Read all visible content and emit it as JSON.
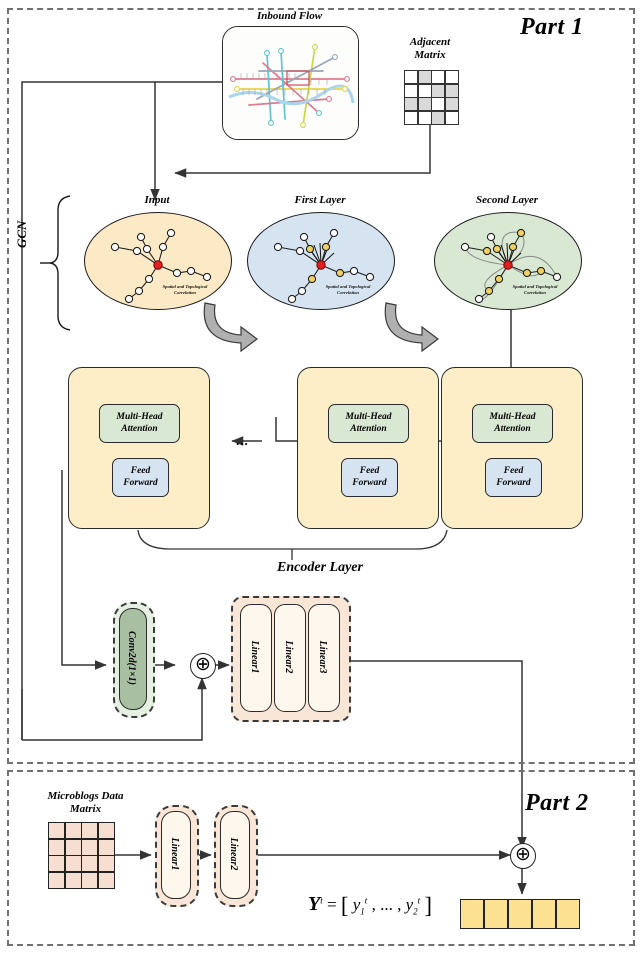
{
  "parts": {
    "part1_label": "Part 1",
    "part2_label": "Part 2"
  },
  "inbound": {
    "caption": "Inbound Flow",
    "icon": "metro-map"
  },
  "adjacent_matrix": {
    "caption_line1": "Adjacent",
    "caption_line2": "Matrix",
    "rows": 4,
    "cols": 4,
    "shaded_cells": [
      [
        0,
        1
      ],
      [
        1,
        2
      ],
      [
        1,
        3
      ],
      [
        2,
        0
      ],
      [
        2,
        1
      ],
      [
        2,
        3
      ],
      [
        3,
        2
      ]
    ]
  },
  "gcn": {
    "group_label": "GCN",
    "stages": [
      {
        "caption": "Input",
        "inner_text_line1": "Spatial and Topological",
        "inner_text_line2": "Correlation",
        "color": "#fce9c6"
      },
      {
        "caption": "First Layer",
        "inner_text_line1": "Spatial and Topological",
        "inner_text_line2": "Correlation",
        "color": "#d6e4f2"
      },
      {
        "caption": "Second Layer",
        "inner_text_line1": "Spatial and Topological",
        "inner_text_line2": "Correlation",
        "color": "#d9e8d2"
      }
    ]
  },
  "encoder": {
    "caption": "Encoder Layer",
    "ellipsis": "...",
    "blocks": [
      {
        "attention_line1": "Multi-Head",
        "attention_line2": "Attention",
        "feed_line1": "Feed",
        "feed_line2": "Forward"
      },
      {
        "attention_line1": "Multi-Head",
        "attention_line2": "Attention",
        "feed_line1": "Feed",
        "feed_line2": "Forward"
      },
      {
        "attention_line1": "Multi-Head",
        "attention_line2": "Attention",
        "feed_line1": "Feed",
        "feed_line2": "Forward"
      }
    ]
  },
  "conv": {
    "label": "Conv2d(1×1)",
    "color": "#a9bfa2"
  },
  "linear_group_part1": {
    "items": [
      "Linear1",
      "Linear2",
      "Linear3"
    ]
  },
  "part2": {
    "microblogs_caption_line1": "Microblogs Data",
    "microblogs_caption_line2": "Matrix",
    "matrix_rows": 4,
    "matrix_cols": 4,
    "linear_items": [
      "Linear1",
      "Linear2"
    ],
    "output_formula": {
      "symbol": "Y",
      "superscript": "t",
      "equals": "=",
      "open_bracket": "[",
      "term1_base": "y",
      "term1_sub": "1",
      "term1_sup": "t",
      "separator": ", ... ,",
      "term2_base": "y",
      "term2_sub": "2",
      "term2_sup": "t",
      "close_bracket": "]"
    },
    "output_vector_cells": 5,
    "output_vector_color": "#fce193"
  },
  "operators": {
    "plus_circle": "⊕"
  },
  "colors": {
    "frame_dash": "#707070",
    "encoder_block": "#fdeec7",
    "attention": "#d9e8d2",
    "feed_forward": "#d6e4f2",
    "linear_fill": "#fdf7ee",
    "linear_container": "#fae6d6",
    "microblog_cell": "#f6ded0",
    "adj_shaded": "#d9d9d9"
  }
}
